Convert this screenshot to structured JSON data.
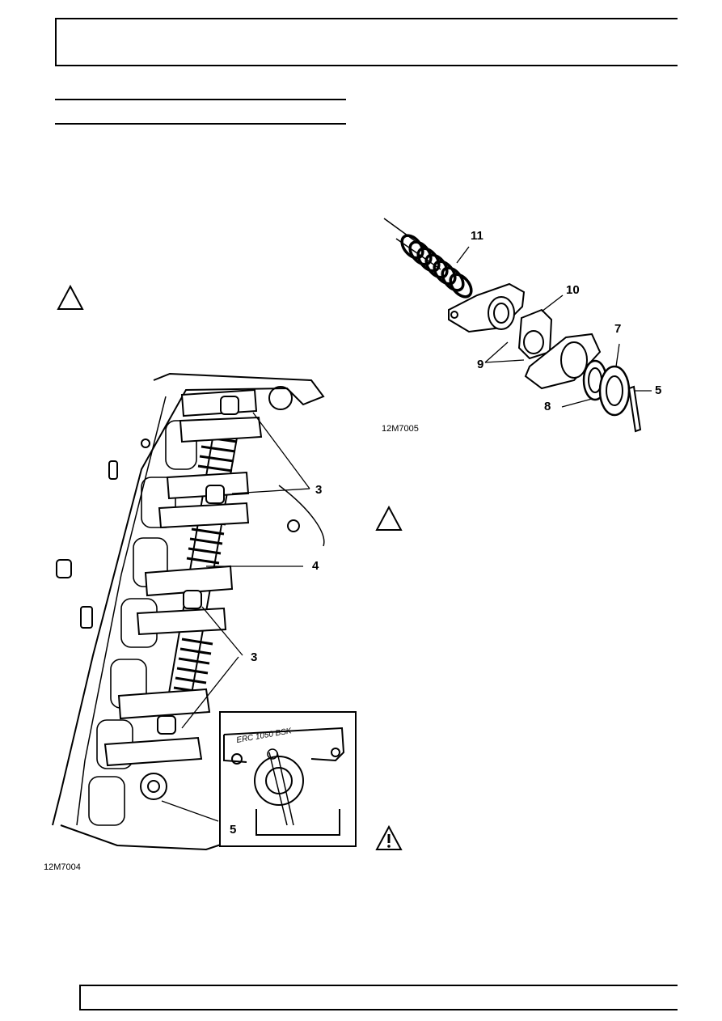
{
  "figures": {
    "left": {
      "id": "12M7004",
      "callouts": [
        "3",
        "3",
        "4",
        "5"
      ],
      "inset_stamp": "ERC 1050 BSK"
    },
    "right": {
      "id": "12M7005",
      "callouts": [
        "11",
        "10",
        "9",
        "7",
        "8",
        "5"
      ]
    }
  },
  "icons": {
    "caution_1": "caution-triangle-icon",
    "caution_2": "caution-triangle-icon",
    "warning": "warning-exclamation-icon"
  }
}
